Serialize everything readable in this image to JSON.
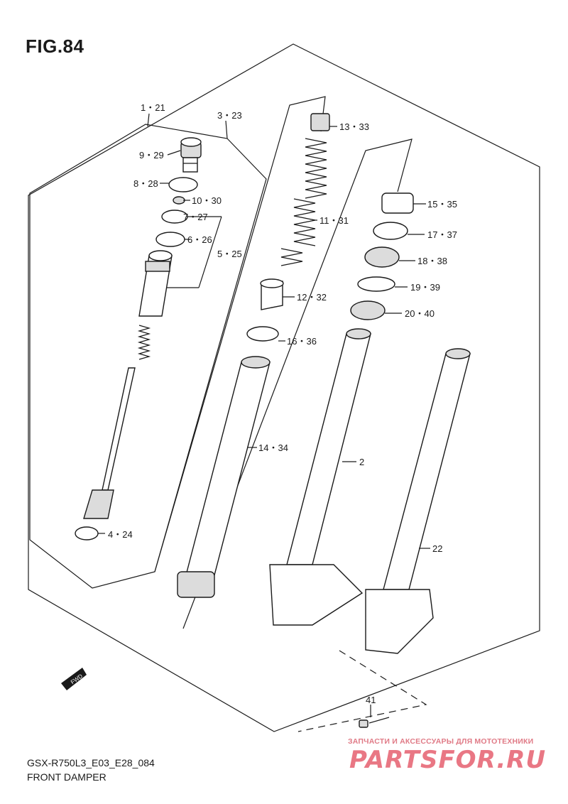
{
  "figure": {
    "title": "FIG.84",
    "model_code": "GSX-R750L3_E03_E28_084",
    "name": "FRONT DAMPER"
  },
  "fwd_badge": "FWD",
  "callouts": [
    {
      "id": "c-1-21",
      "text": "1・21"
    },
    {
      "id": "c-3-23",
      "text": "3・23"
    },
    {
      "id": "c-9-29",
      "text": "9・29"
    },
    {
      "id": "c-8-28",
      "text": "8・28"
    },
    {
      "id": "c-10-30",
      "text": "10・30"
    },
    {
      "id": "c-7-27",
      "text": "7・27"
    },
    {
      "id": "c-6-26",
      "text": "6・26"
    },
    {
      "id": "c-5-25",
      "text": "5・25"
    },
    {
      "id": "c-4-24",
      "text": "4・24"
    },
    {
      "id": "c-13-33",
      "text": "13・33"
    },
    {
      "id": "c-11-31",
      "text": "11・31"
    },
    {
      "id": "c-12-32",
      "text": "12・32"
    },
    {
      "id": "c-16-36",
      "text": "16・36"
    },
    {
      "id": "c-14-34",
      "text": "14・34"
    },
    {
      "id": "c-15-35",
      "text": "15・35"
    },
    {
      "id": "c-17-37",
      "text": "17・37"
    },
    {
      "id": "c-18-38",
      "text": "18・38"
    },
    {
      "id": "c-19-39",
      "text": "19・39"
    },
    {
      "id": "c-20-40",
      "text": "20・40"
    },
    {
      "id": "c-2",
      "text": "2"
    },
    {
      "id": "c-22",
      "text": "22"
    },
    {
      "id": "c-41",
      "text": "41"
    }
  ],
  "watermark": {
    "tagline": "ЗАПЧАСТИ И АКСЕССУАРЫ ДЛЯ МОТОТЕХНИКИ",
    "logo": "PARTSFOR.RU"
  }
}
